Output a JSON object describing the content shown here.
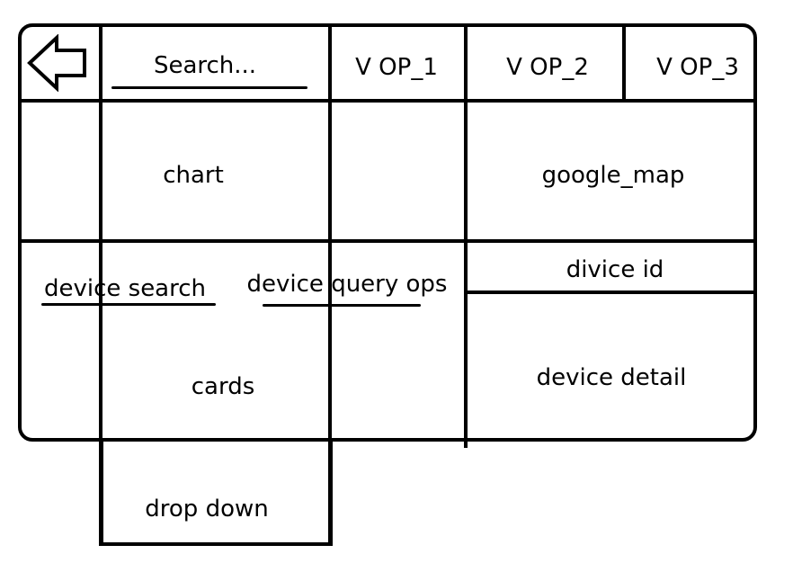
{
  "header": {
    "back_icon": "left-arrow-icon",
    "search_placeholder": "Search...",
    "view_options": [
      "V OP_1",
      "V OP_2",
      "V OP_3"
    ]
  },
  "panels": {
    "chart": "chart",
    "google_map": "google_map",
    "device_search": "device search",
    "device_query_ops": "device query ops",
    "device_id": "divice id",
    "cards": "cards",
    "device_detail": "device detail",
    "drop_down": "drop down"
  }
}
